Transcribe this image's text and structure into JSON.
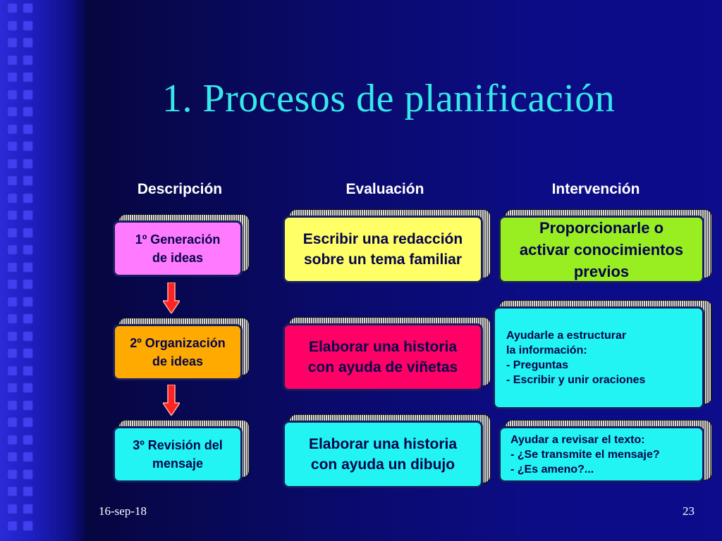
{
  "title": "1. Procesos de planificación",
  "columns": [
    "Descripción",
    "Evaluación",
    "Intervención"
  ],
  "stages": [
    {
      "line1": "1º Generación",
      "line2": "de ideas",
      "color": "#ff7aff"
    },
    {
      "line1": "2º Organización",
      "line2": "de ideas",
      "color": "#ffaa00"
    },
    {
      "line1": "3º Revisión del",
      "line2": "mensaje",
      "color": "#22f4f4"
    }
  ],
  "evaluation": [
    {
      "line1": "Escribir una redacción",
      "line2": "sobre un tema familiar",
      "color": "#ffff66"
    },
    {
      "line1": "Elaborar una historia",
      "line2": "con ayuda de viñetas",
      "color": "#ff0066"
    },
    {
      "line1": "Elaborar una historia",
      "line2": "con ayuda un dibujo",
      "color": "#22f4f4"
    }
  ],
  "intervention": {
    "first": {
      "line1": "Proporcionarle o",
      "line2": "activar conocimientos",
      "line3": "previos",
      "color": "#99ee22"
    },
    "second": {
      "line1": "Ayudarle a estructurar",
      "line2": "la información:",
      "line3": "- Preguntas",
      "line4": "- Escribir y unir oraciones",
      "color": "#22f4f4"
    },
    "third": {
      "line1": "Ayudar a revisar el texto:",
      "line2": "- ¿Se transmite el mensaje?",
      "line3": "- ¿Es ameno?...",
      "color": "#22f4f4"
    }
  },
  "arrow_color": "#ff2222",
  "footer": {
    "date": "16-sep-18",
    "page": "23"
  }
}
